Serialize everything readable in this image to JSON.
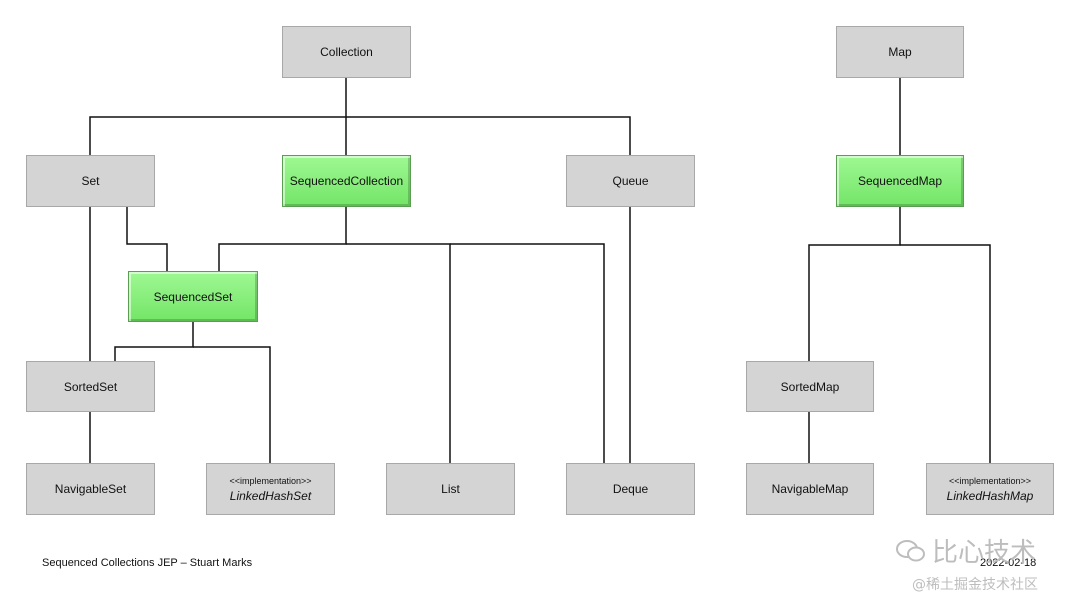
{
  "nodes": {
    "collection": "Collection",
    "map": "Map",
    "set": "Set",
    "sequenced_collection": "SequencedCollection",
    "queue": "Queue",
    "sequenced_map": "SequencedMap",
    "sequenced_set": "SequencedSet",
    "sorted_set": "SortedSet",
    "sorted_map": "SortedMap",
    "navigable_set": "NavigableSet",
    "linked_hash_set": "LinkedHashSet",
    "list": "List",
    "deque": "Deque",
    "navigable_map": "NavigableMap",
    "linked_hash_map": "LinkedHashMap",
    "stereotype": "<<implementation>>"
  },
  "colors": {
    "default_fill": "#d4d4d4",
    "highlight_fill": "#86f07a",
    "line": "#111111"
  },
  "footer": {
    "caption": "Sequenced Collections JEP – Stuart Marks",
    "date": "2022-02-18"
  },
  "watermark": {
    "line1": "比心技术",
    "line2": "@稀土掘金技术社区"
  }
}
